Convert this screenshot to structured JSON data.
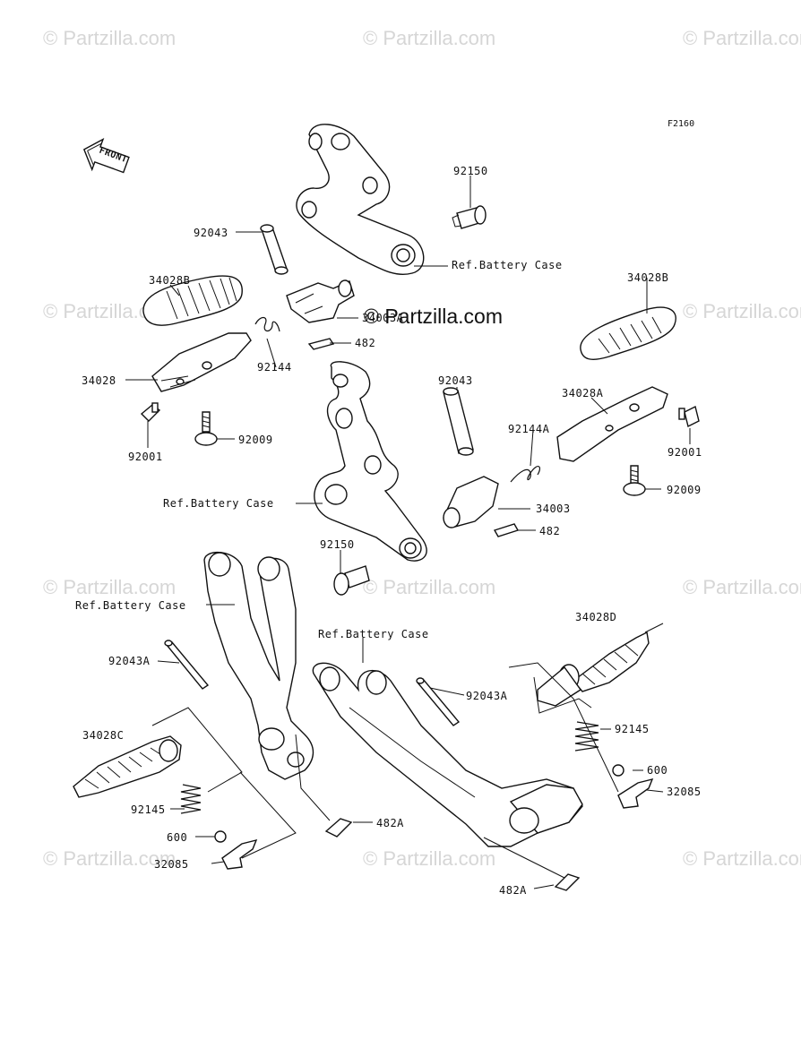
{
  "diagram_code": "F2160",
  "front_arrow_label": "FRONT",
  "center_watermark": "© Partzilla.com",
  "watermark_text": "© Partzilla.com",
  "labels": {
    "p92150_top": "92150",
    "p92043_top": "92043",
    "ref_top": "Ref.Battery Case",
    "p34028B_left": "34028B",
    "p34003A": "34003A",
    "p482_top": "482",
    "p92144": "92144",
    "p34028": "34028",
    "p92001_left": "92001",
    "p92009_left": "92009",
    "p34028B_right": "34028B",
    "p92043_mid": "92043",
    "p92144A": "92144A",
    "p34028A": "34028A",
    "p92001_right": "92001",
    "p92009_right": "92009",
    "ref_mid": "Ref.Battery Case",
    "p34003": "34003",
    "p482_mid": "482",
    "p92150_mid": "92150",
    "ref_lower_left": "Ref.Battery Case",
    "ref_lower_right": "Ref.Battery Case",
    "p34028D": "34028D",
    "p92043A_left": "92043A",
    "p92043A_right": "92043A",
    "p92145_right": "92145",
    "p34028C": "34028C",
    "p600_right": "600",
    "p32085_right": "32085",
    "p92145_left": "92145",
    "p482A_left": "482A",
    "p600_left": "600",
    "p32085_left": "32085",
    "p482A_bottom": "482A"
  }
}
